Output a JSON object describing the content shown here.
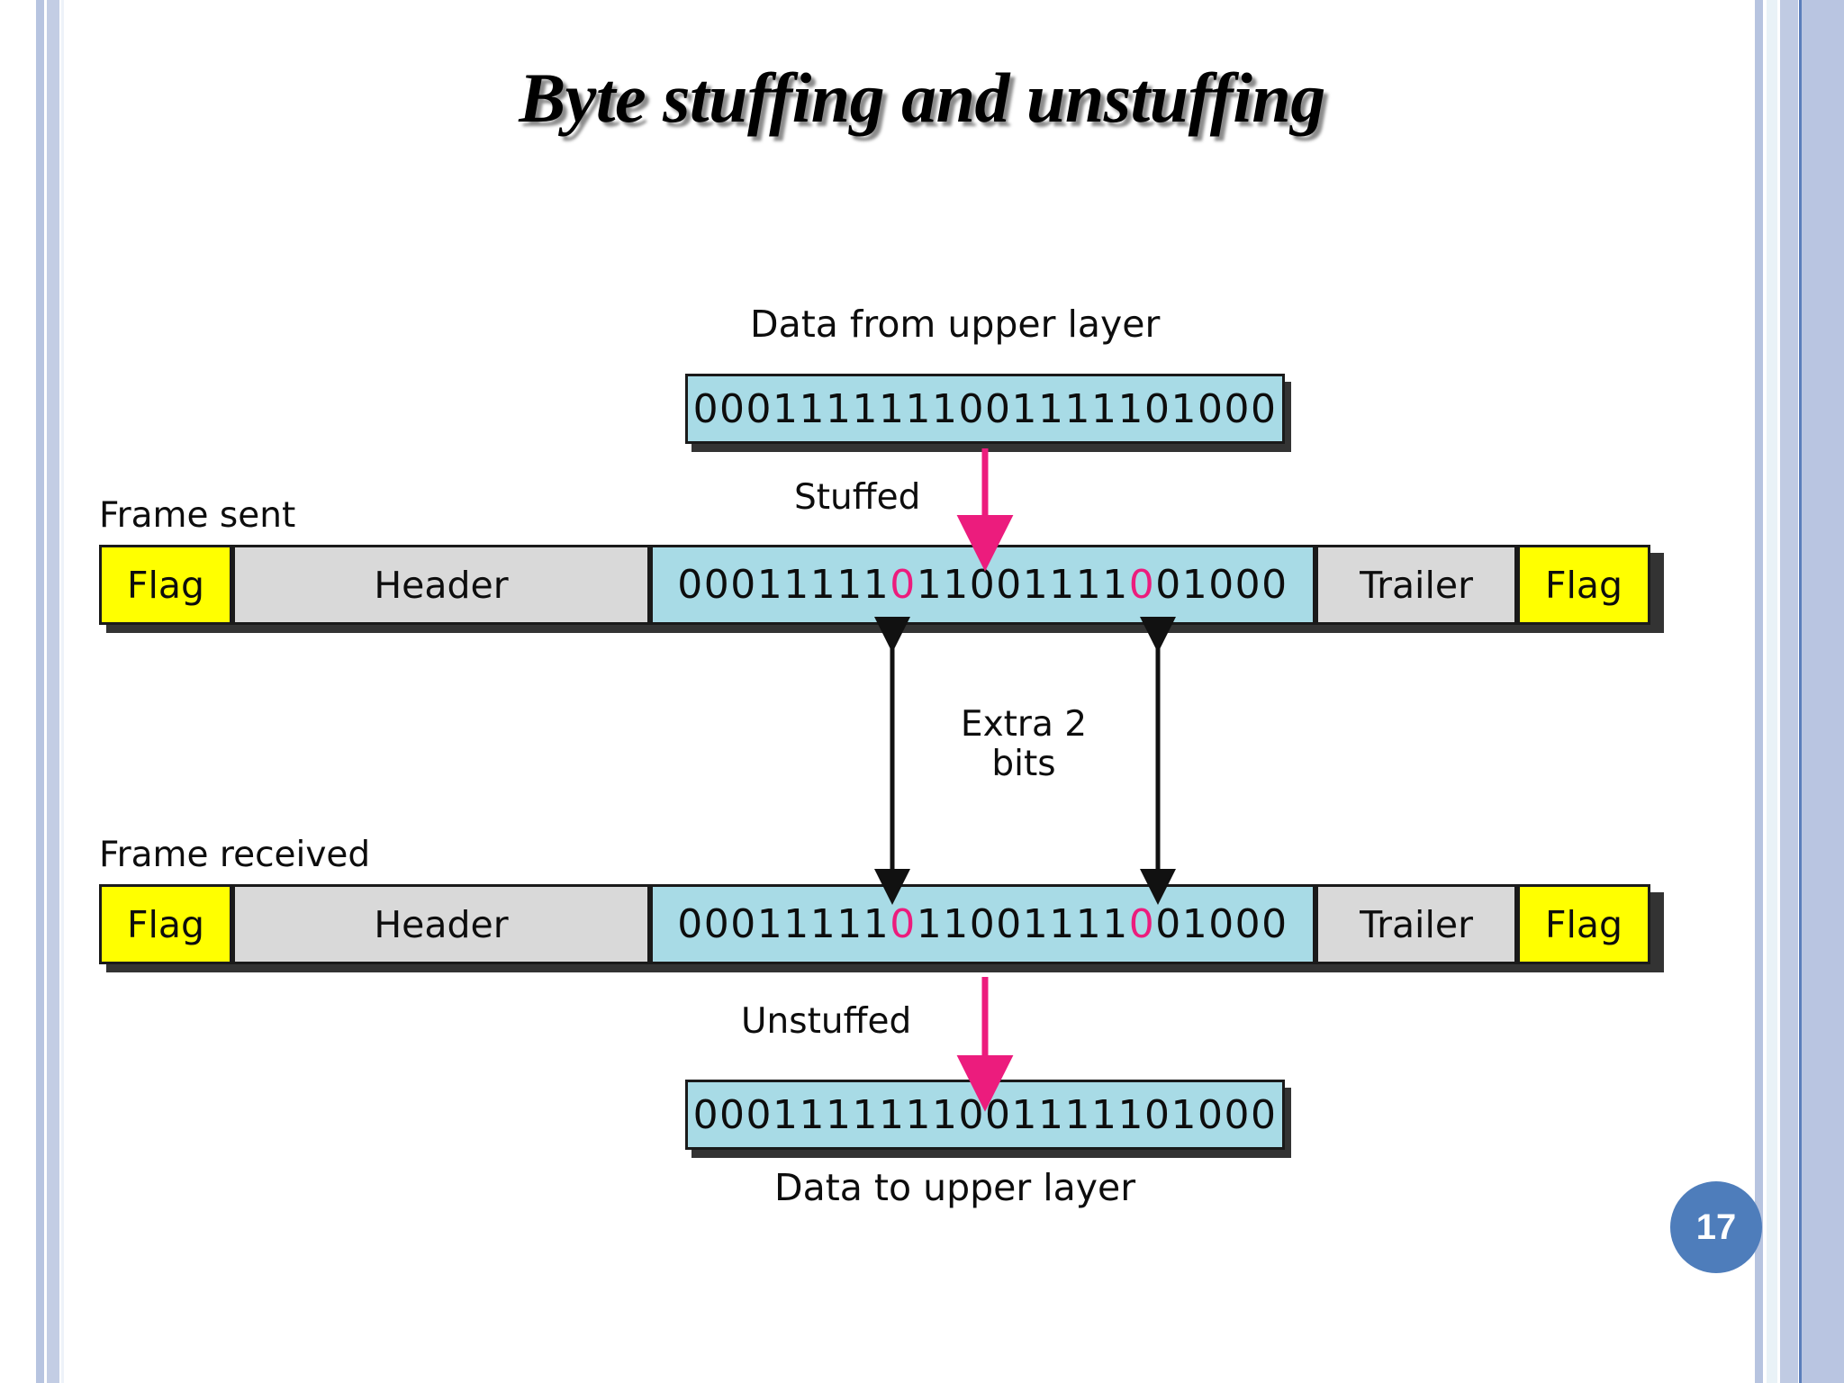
{
  "slide": {
    "title": "Byte stuffing and unstuffing",
    "page_number": "17",
    "accent_color": "#4e7dbb",
    "stuffed_bit_color": "#ec1c7d",
    "data_cell_color": "#a8dbe6",
    "flag_cell_color": "#ffff00",
    "header_cell_color": "#d9d9d9"
  },
  "diagram": {
    "top_caption": "Data from upper layer",
    "top_data_bits": "000111111100111110 1000",
    "top_data_bits_text": "0001111111001111101000",
    "stuffed_label": "Stuffed",
    "frame_sent_label": "Frame sent",
    "frame_received_label": "Frame received",
    "extra_label_line1": "Extra 2",
    "extra_label_line2": "bits",
    "unstuffed_label": "Unstuffed",
    "bottom_data_bits_text": "0001111111001111101000",
    "bottom_caption": "Data to upper layer",
    "frame_sent_cells": [
      {
        "label": "Flag",
        "kind": "flag"
      },
      {
        "label": "Header",
        "kind": "header"
      },
      {
        "label": "",
        "kind": "data"
      },
      {
        "label": "Trailer",
        "kind": "trailer"
      },
      {
        "label": "Flag",
        "kind": "flag"
      }
    ],
    "frame_received_cells": [
      {
        "label": "Flag",
        "kind": "flag"
      },
      {
        "label": "Header",
        "kind": "header"
      },
      {
        "label": "",
        "kind": "data"
      },
      {
        "label": "Trailer",
        "kind": "trailer"
      },
      {
        "label": "Flag",
        "kind": "flag"
      }
    ],
    "stuffed_bits_segments": [
      {
        "text": "00011111",
        "stuffed": false
      },
      {
        "text": "0",
        "stuffed": true
      },
      {
        "text": "11001111",
        "stuffed": false
      },
      {
        "text": "0",
        "stuffed": true
      },
      {
        "text": "01000",
        "stuffed": false
      }
    ],
    "stuffed_bits_text": "00011111011001111001000"
  }
}
